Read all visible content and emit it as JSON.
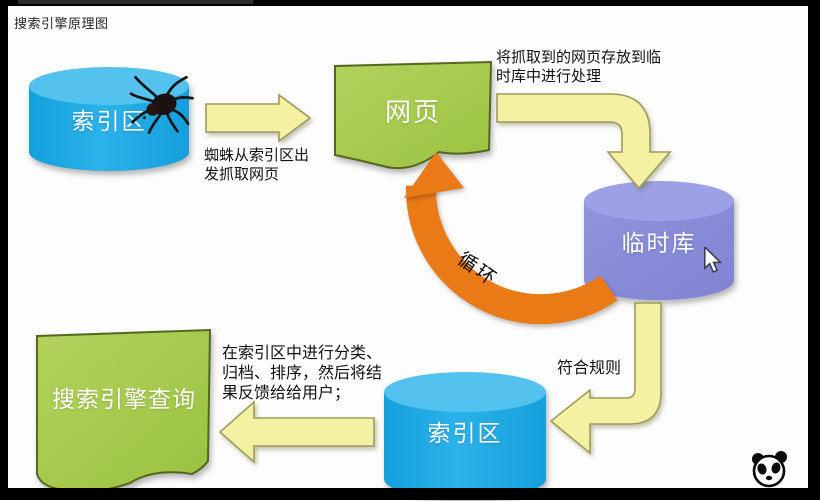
{
  "title": "搜索引擎原理图",
  "nodes": {
    "index_top": {
      "label": "索引区",
      "type": "cylinder",
      "color": "#1ea7e2"
    },
    "webpage": {
      "label": "网页",
      "type": "wave",
      "color": "#a4c94d"
    },
    "temp_db": {
      "label": "临时库",
      "type": "cylinder",
      "color": "#878bd8"
    },
    "index_bottom": {
      "label": "索引区",
      "type": "cylinder",
      "color": "#1ea7e2"
    },
    "query": {
      "label": "搜索引擎查询",
      "type": "wave",
      "color": "#a4c94d"
    }
  },
  "captions": {
    "spider": "蜘蛛从索引区出发抓取网页",
    "store": "将抓取到的网页存放到临时库中进行处理",
    "loop": "循环",
    "rule": "符合规则",
    "classify": "在索引区中进行分类、归档、排序，然后将结果反馈给给用户；"
  },
  "flow": [
    {
      "from": "索引区",
      "to": "网页",
      "note": "蜘蛛从索引区出发抓取网页"
    },
    {
      "from": "网页",
      "to": "临时库",
      "note": "将抓取到的网页存放到临时库中进行处理"
    },
    {
      "from": "临时库",
      "to": "网页",
      "note": "循环"
    },
    {
      "from": "临时库",
      "to": "索引区",
      "note": "符合规则"
    },
    {
      "from": "索引区",
      "to": "搜索引擎查询",
      "note": "在索引区中进行分类、归档、排序，然后将结果反馈给给用户；"
    }
  ],
  "icons": {
    "spider": "spider-icon",
    "cursor": "mouse-cursor-icon",
    "panda": "panda-logo-icon"
  },
  "colors": {
    "blue_body": "#1ea7e2",
    "blue_top": "#54c2ee",
    "purple_body": "#878bd8",
    "purple_top": "#9ca1e5",
    "green_fill": "#a4c94d",
    "green_border": "#5a6a20",
    "arrow_fill": "#f4f1a2",
    "arrow_border": "#9e9c5c",
    "orange": "#ea7a16",
    "frame": "#000000"
  }
}
